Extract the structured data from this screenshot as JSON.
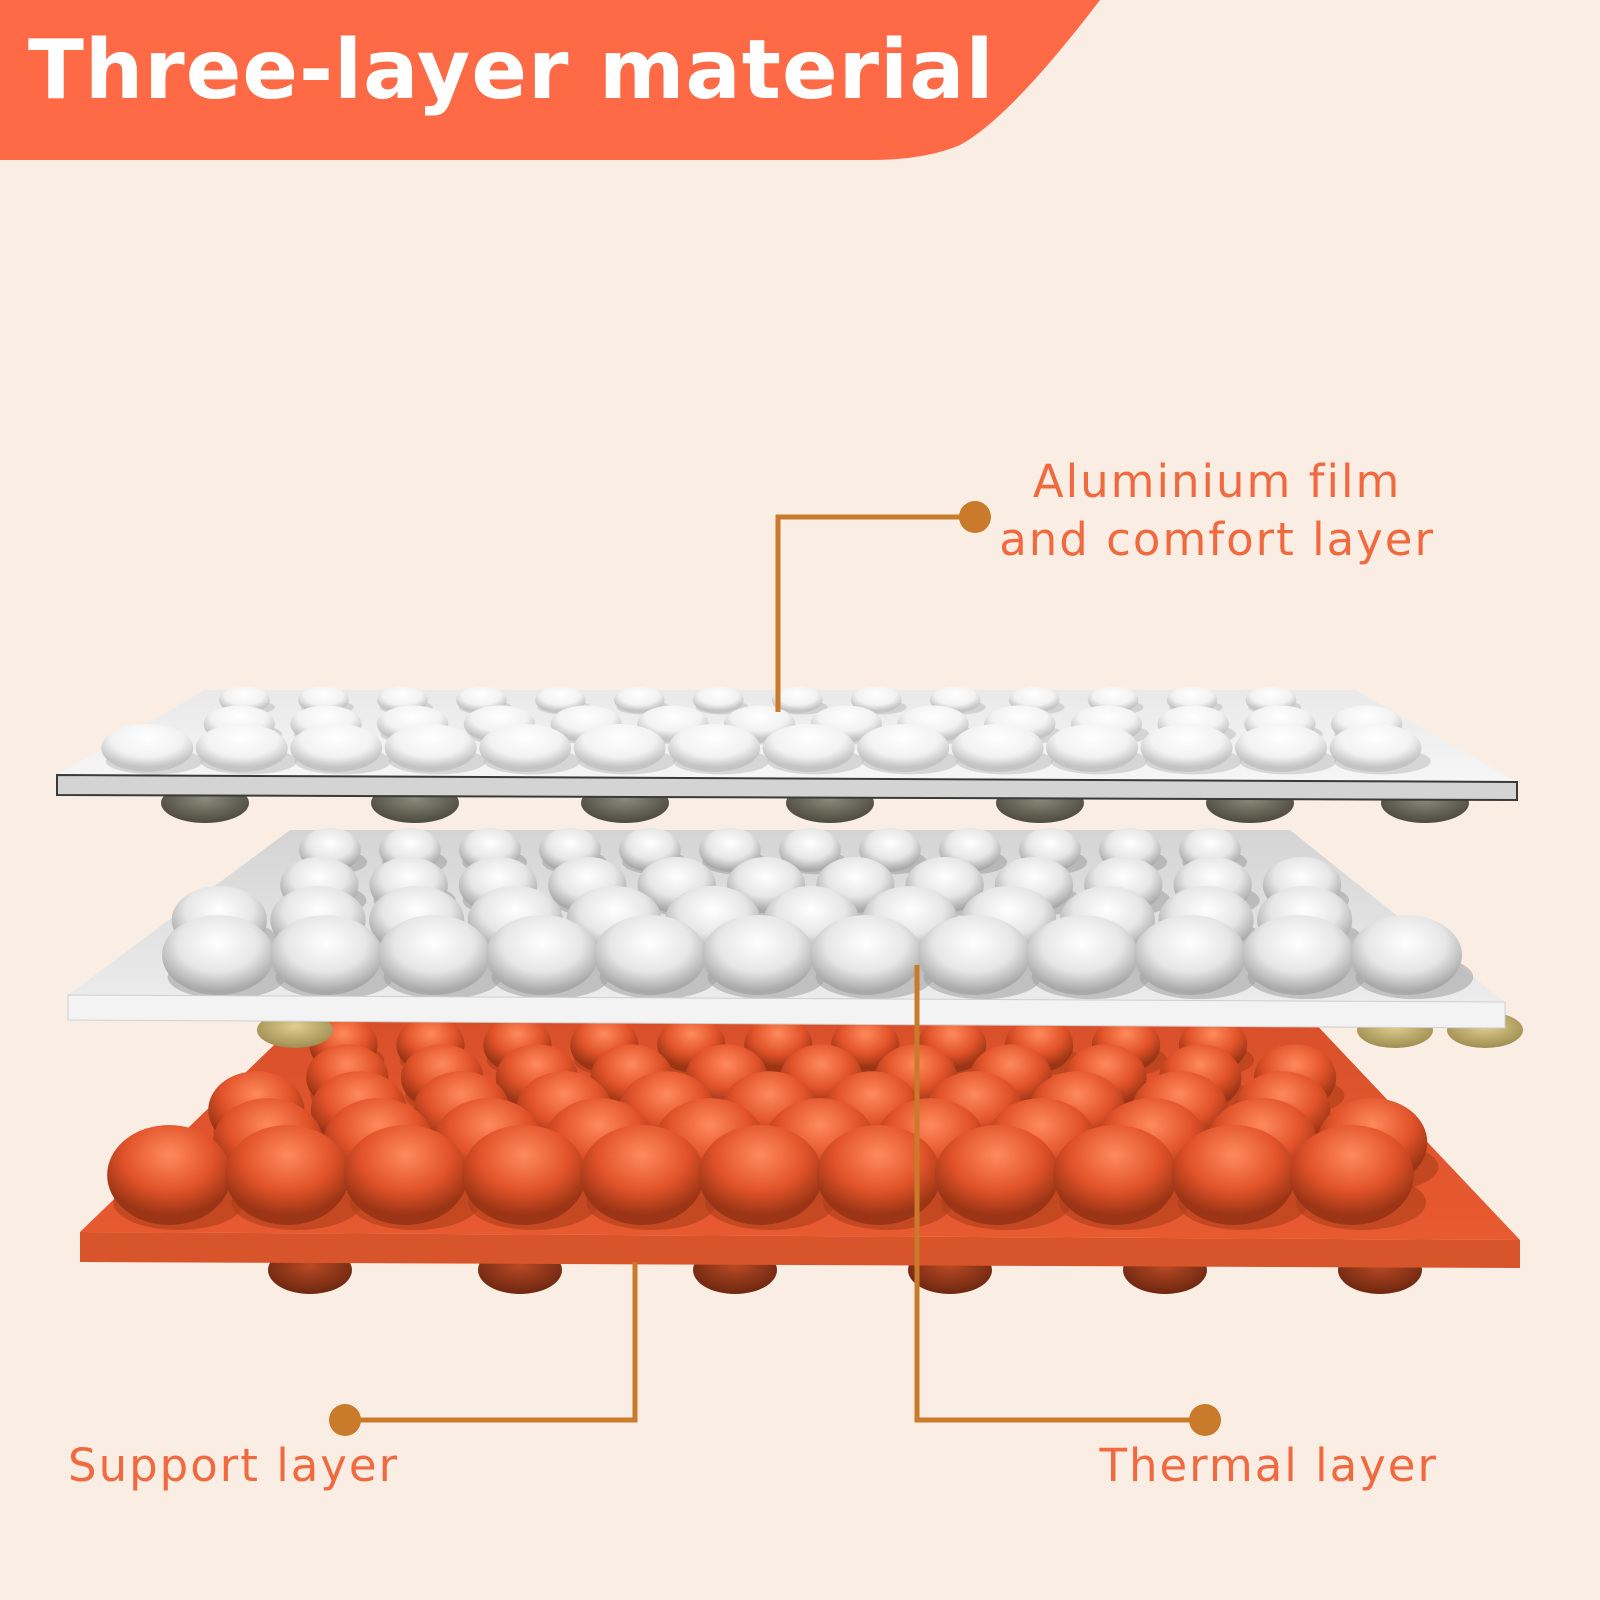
{
  "title": "Three-layer material",
  "colors": {
    "background": "#faeee4",
    "banner": "#fd6a45",
    "label_text": "#f0693f",
    "leader_line": "#c97a2a",
    "top_layer": "#f2f2f2",
    "middle_layer": "#e2e2e2",
    "bottom_layer": "#e2532a"
  },
  "labels": {
    "top_line1": "Aluminium film",
    "top_line2": "and comfort layer",
    "support": "Support layer",
    "thermal": "Thermal layer"
  },
  "layers": [
    {
      "name": "comfort",
      "color_key": "top_layer"
    },
    {
      "name": "thermal",
      "color_key": "middle_layer"
    },
    {
      "name": "support",
      "color_key": "bottom_layer"
    }
  ]
}
